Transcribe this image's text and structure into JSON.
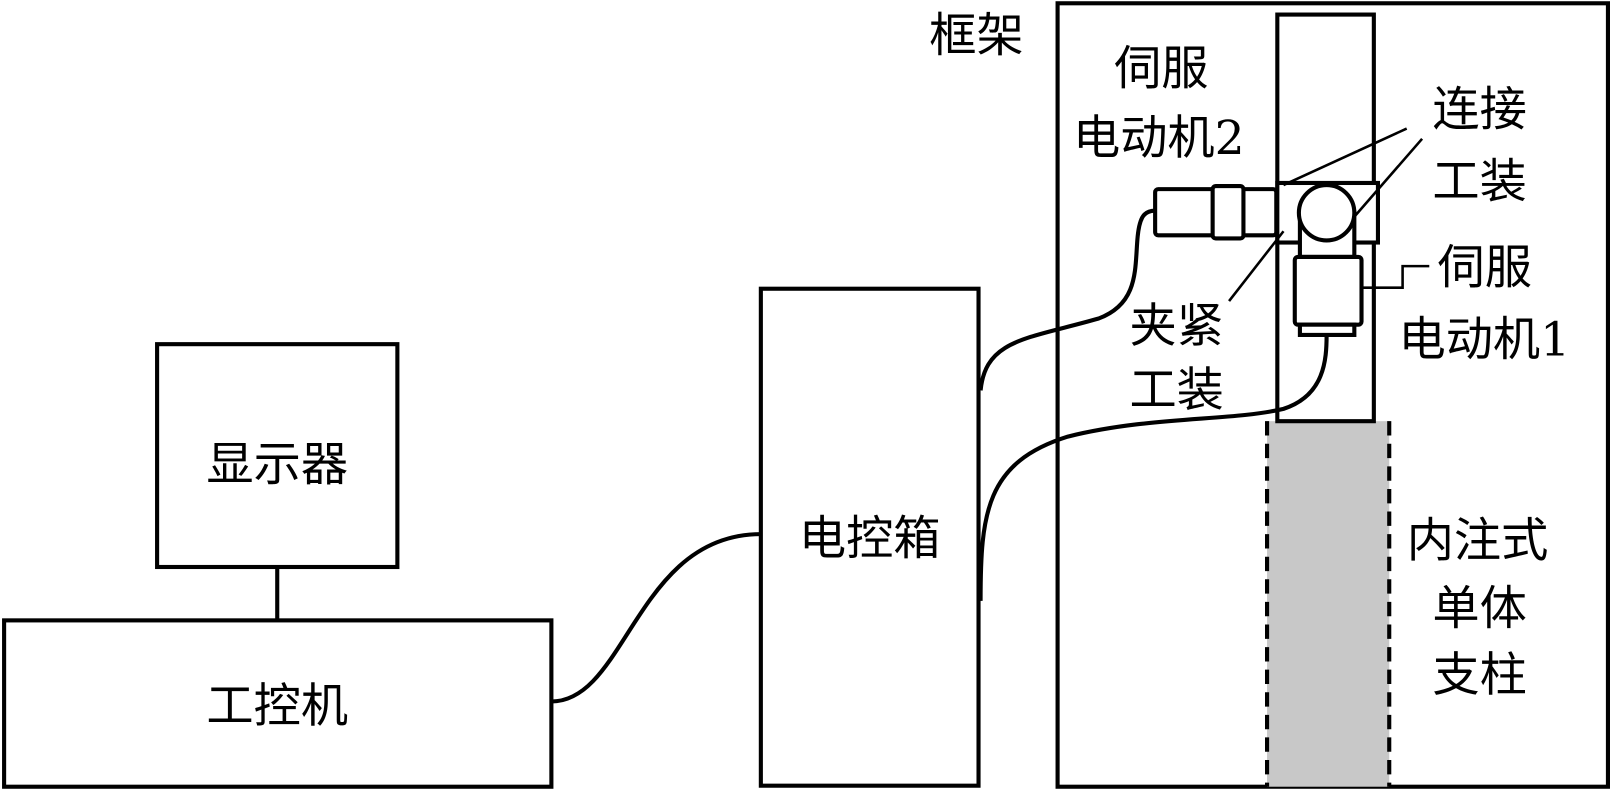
{
  "labels": {
    "frame": "框架",
    "servo_motor_2": [
      "伺服",
      "电动机2"
    ],
    "connection_fixture": [
      "连接",
      "工装"
    ],
    "servo_motor_1": [
      "伺服",
      "电动机1"
    ],
    "clamp_fixture": [
      "夹紧",
      "工装"
    ],
    "prop": [
      "内注式",
      "单体",
      "支柱"
    ],
    "monitor": "显示器",
    "control_box": "电控箱",
    "industrial_pc": "工控机"
  },
  "colors": {
    "prop_fill": "#c8c8c8",
    "stroke": "#000000"
  }
}
